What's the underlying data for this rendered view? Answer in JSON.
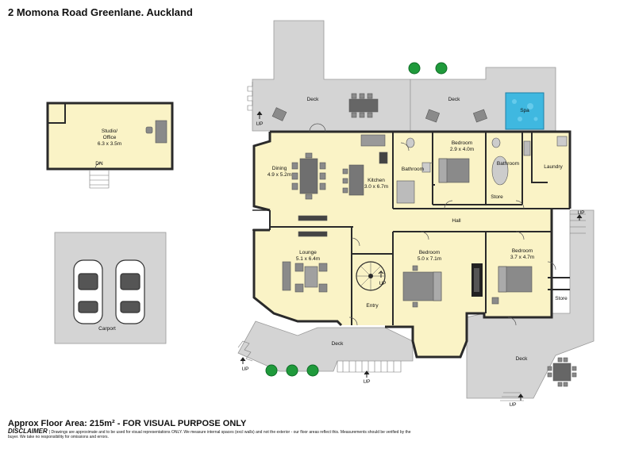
{
  "header": {
    "title": "2 Momona Road Greenlane. Auckland"
  },
  "rooms": {
    "studio": {
      "name": "Studio/",
      "name2": "Office",
      "dims": "6.3 x 3.5m"
    },
    "dining": {
      "name": "Dining",
      "dims": "4.9 x 5.2m"
    },
    "kitchen": {
      "name": "Kitchen",
      "dims": "3.0 x 6.7m"
    },
    "bathroom1": {
      "name": "Bathroom"
    },
    "bedroom1": {
      "name": "Bedroom",
      "dims": "2.9 x 4.0m"
    },
    "bathroom2": {
      "name": "Bathroom"
    },
    "laundry": {
      "name": "Laundry"
    },
    "store1": {
      "name": "Store"
    },
    "hall": {
      "name": "Hall"
    },
    "lounge": {
      "name": "Lounge",
      "dims": "5.1 x 6.4m"
    },
    "entry": {
      "name": "Entry"
    },
    "bedroom2": {
      "name": "Bedroom",
      "dims": "5.0 x 7.1m"
    },
    "bedroom3": {
      "name": "Bedroom",
      "dims": "3.7 x 4.7m"
    },
    "store2": {
      "name": "Store"
    }
  },
  "outdoor": {
    "deck_north_left": "Deck",
    "deck_north_right": "Deck",
    "spa": "Spa",
    "deck_front": "Deck",
    "deck_east": "Deck",
    "carport": "Carport"
  },
  "stairs": {
    "dn_label": "DN",
    "up_label": "UP"
  },
  "footer": {
    "area": "Approx Floor Area: 215m² - FOR VISUAL PURPOSE ONLY",
    "disclaimer_heading": "DISCLAIMER",
    "disclaimer_text": "| Drawings are approximate and to be used for visual representations ONLY. We measure internal spaces (excl walls) and not the exterior - our floor areas reflect this. Measurements should be verified by the buyer. We take no responsibility for omissions and errors."
  },
  "colors": {
    "floor": "#faf3c6",
    "deck": "#d4d4d4",
    "carport": "#d9d9d9",
    "wall": "#2a2a2a",
    "spa": "#3fb8e0",
    "plant": "#1f9a3b"
  }
}
